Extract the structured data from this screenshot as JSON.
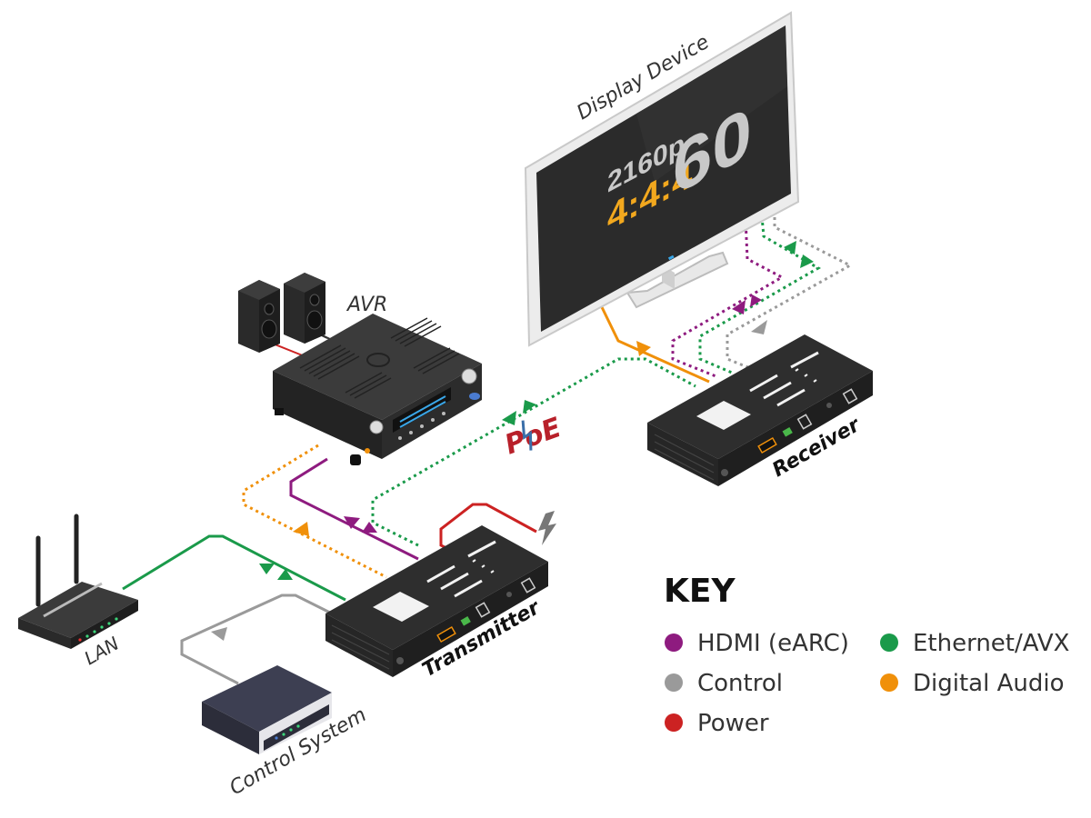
{
  "labels": {
    "display": "Display Device",
    "avr": "AVR",
    "receiver": "Receiver",
    "transmitter": "Transmitter",
    "lan": "LAN",
    "control_system": "Control System",
    "poe": "PoE"
  },
  "screen": {
    "resolution": "2160p",
    "chroma": "4:4:4",
    "rate": "60"
  },
  "key": {
    "title": "KEY",
    "items": [
      {
        "label": "HDMI (eARC)",
        "color": "#8e1b7f"
      },
      {
        "label": "Control",
        "color": "#9a9a9a"
      },
      {
        "label": "Power",
        "color": "#cc2222"
      },
      {
        "label": "Ethernet/AVX",
        "color": "#1a9a4a"
      },
      {
        "label": "Digital Audio",
        "color": "#f0900a"
      }
    ]
  },
  "colors": {
    "hdmi": "#8e1b7f",
    "control": "#9a9a9a",
    "power": "#cc2222",
    "ethernet": "#1a9a4a",
    "audio": "#f0900a"
  }
}
